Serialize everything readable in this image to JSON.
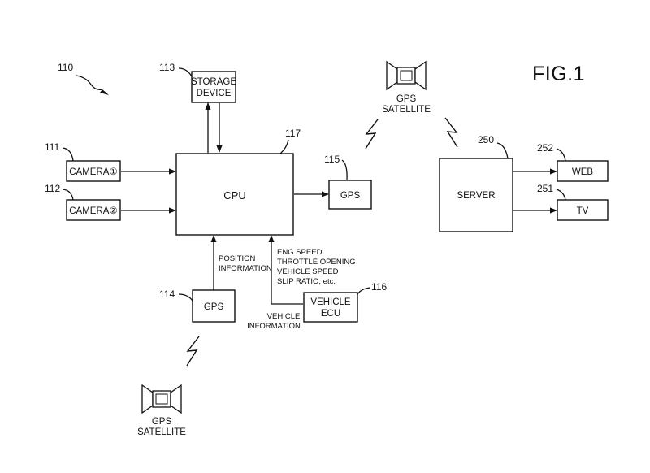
{
  "figure": {
    "title": "FIG.1"
  },
  "refs": {
    "system": "110",
    "camera1": "111",
    "camera2": "112",
    "storage": "113",
    "gps_local": "114",
    "gps_cpu": "115",
    "vehicle_ecu": "116",
    "cpu": "117",
    "server": "250",
    "tv": "251",
    "web": "252"
  },
  "blocks": {
    "storage_line1": "STORAGE",
    "storage_line2": "DEVICE",
    "camera1": "CAMERA①",
    "camera2": "CAMERA②",
    "cpu": "CPU",
    "gps_cpu": "GPS",
    "gps_local": "GPS",
    "ecu_line1": "VEHICLE",
    "ecu_line2": "ECU",
    "server": "SERVER",
    "web": "WEB",
    "tv": "TV"
  },
  "satellites": {
    "top_line1": "GPS",
    "top_line2": "SATELLITE",
    "bottom_line1": "GPS",
    "bottom_line2": "SATELLITE"
  },
  "annotations": {
    "position_line1": "POSITION",
    "position_line2": "INFORMATION",
    "ecu_data": [
      "ENG SPEED",
      "THROTTLE OPENING",
      "VEHICLE SPEED",
      "SLIP RATIO, etc."
    ],
    "vehicle_info_line1": "VEHICLE",
    "vehicle_info_line2": "INFORMATION"
  }
}
